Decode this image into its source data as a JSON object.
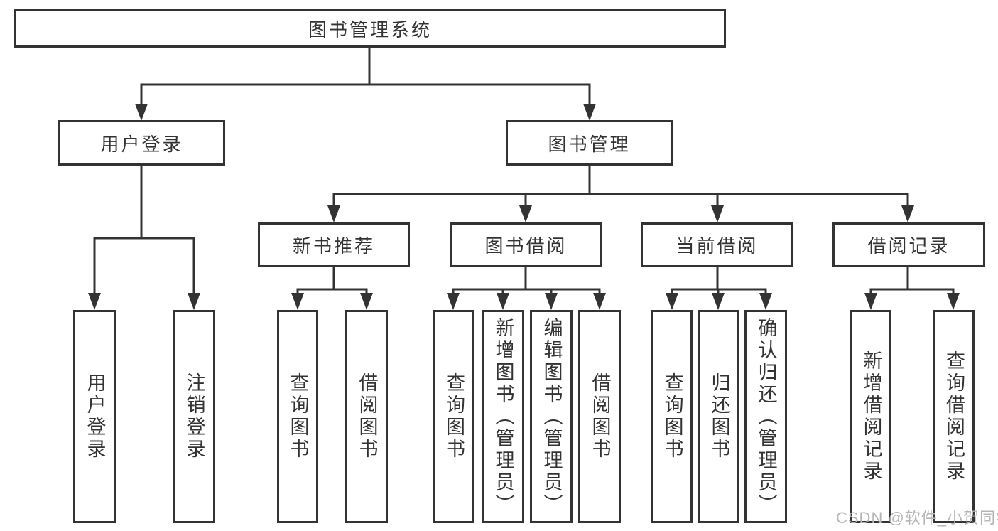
{
  "diagram": {
    "title": "图书管理系统",
    "tree": {
      "label": "图书管理系统",
      "children": [
        {
          "label": "用户登录",
          "children": [
            {
              "label": "用户登录"
            },
            {
              "label": "注销登录"
            }
          ]
        },
        {
          "label": "图书管理",
          "children": [
            {
              "label": "新书推荐",
              "children": [
                {
                  "label": "查询图书"
                },
                {
                  "label": "借阅图书"
                }
              ]
            },
            {
              "label": "图书借阅",
              "children": [
                {
                  "label": "查询图书"
                },
                {
                  "label": "新增图书（管理员）"
                },
                {
                  "label": "编辑图书（管理员）"
                },
                {
                  "label": "借阅图书"
                }
              ]
            },
            {
              "label": "当前借阅",
              "children": [
                {
                  "label": "查询图书"
                },
                {
                  "label": "归还图书"
                },
                {
                  "label": "确认归还（管理员）"
                }
              ]
            },
            {
              "label": "借阅记录",
              "children": [
                {
                  "label": "新增借阅记录"
                },
                {
                  "label": "查询借阅记录"
                }
              ]
            }
          ]
        }
      ]
    },
    "colors": {
      "line": "#333333",
      "text": "#333333",
      "background": "#ffffff",
      "watermark": "#b5b5b5"
    }
  },
  "watermark": {
    "text": "CSDN @软件_小贺同学"
  }
}
